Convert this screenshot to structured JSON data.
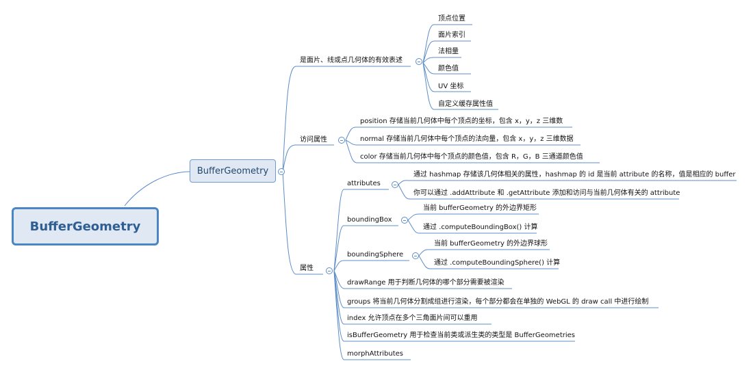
{
  "root": {
    "label": "BufferGeometry"
  },
  "main": {
    "label": "BufferGeometry"
  },
  "branch1": {
    "label": "是面片、线或点几何体的有效表述",
    "items": [
      "顶点位置",
      "面片索引",
      "法相量",
      "颜色值",
      "UV 坐标",
      "自定义缓存属性值"
    ]
  },
  "branch2": {
    "label": "访问属性",
    "items": [
      "position 存储当前几何体中每个顶点的坐标，包含 x，y，z 三维数",
      "normal 存储当前几何体中每个顶点的法向量，包含 x，y，z 三维数据",
      "color 存储当前几何体中每个顶点的颜色值，包含 R，G，B 三通道颜色值"
    ]
  },
  "branch3": {
    "label": "属性",
    "attributes": {
      "label": "attributes",
      "items": [
        "通过 hashmap 存储该几何体相关的属性，hashmap 的 id 是当前 attribute 的名称，值是相应的 buffer",
        "你可以通过 .addAttribute 和 .getAttribute 添加和访问与当前几何体有关的 attribute"
      ]
    },
    "boundingBox": {
      "label": "boundingBox",
      "items": [
        "当前 bufferGeometry 的外边界矩形",
        "通过 .computeBoundingBox() 计算"
      ]
    },
    "boundingSphere": {
      "label": "boundingSphere",
      "items": [
        "当前 bufferGeometry 的外边界球形",
        "通过 .computeBoundingSphere() 计算"
      ]
    },
    "drawRange": "drawRange 用于判断几何体的哪个部分需要被渲染",
    "groups": "groups 将当前几何体分割成组进行渲染，每个部分都会在单独的 WebGL 的 draw call 中进行绘制",
    "index": "index  允许顶点在多个三角面片间可以重用",
    "isBufferGeometry": "isBufferGeometry 用于检查当前类或派生类的类型是 BufferGeometries",
    "morphAttributes": "morphAttributes"
  }
}
